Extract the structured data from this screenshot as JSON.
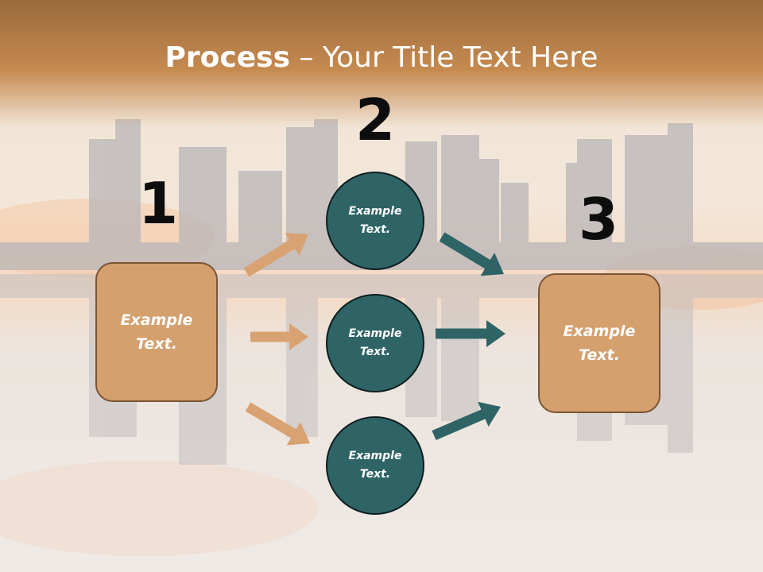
{
  "title": {
    "bold": "Process",
    "rest": " – Your Title Text Here"
  },
  "steps": [
    {
      "number": "1"
    },
    {
      "number": "2"
    },
    {
      "number": "3"
    }
  ],
  "left_box": {
    "line1": "Example",
    "line2": "Text."
  },
  "right_box": {
    "line1": "Example",
    "line2": "Text."
  },
  "circles": [
    {
      "line1": "Example",
      "line2": "Text."
    },
    {
      "line1": "Example",
      "line2": "Text."
    },
    {
      "line1": "Example",
      "line2": "Text."
    }
  ],
  "colors": {
    "header_band": "#c68a4f",
    "box_fill": "#d4a06e",
    "box_border": "#7a5535",
    "circle_fill": "#2f6466",
    "tan_arrow": "#d9a272",
    "teal_arrow": "#2f6466",
    "numbers": "#0d0d0d"
  }
}
